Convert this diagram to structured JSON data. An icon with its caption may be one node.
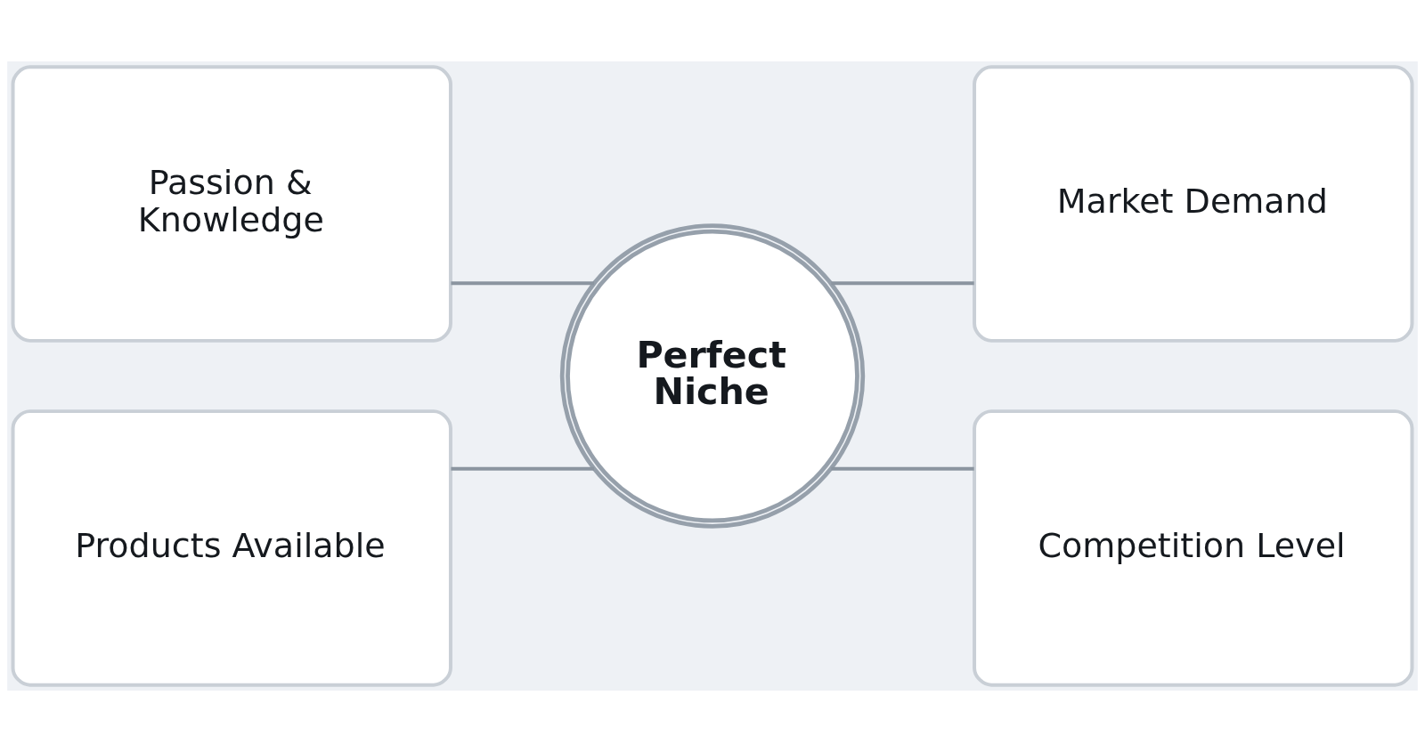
{
  "diagram": {
    "nodes": [
      {
        "text": [
          "Passion & Knowledge"
        ]
      },
      {
        "text": [
          "Market Demand"
        ]
      },
      {
        "text": [
          "Perfect Niche"
        ]
      },
      {
        "text": [
          "Products Available"
        ]
      },
      {
        "text": [
          "Competition Level"
        ]
      }
    ],
    "edges": [
      {
        "from": 0,
        "to": 2,
        "arrow": "none"
      },
      {
        "from": 2,
        "to": 1,
        "arrow": "none"
      },
      {
        "from": 3,
        "to": 2,
        "arrow": "none"
      },
      {
        "from": 2,
        "to": 4,
        "arrow": "none"
      }
    ]
  }
}
